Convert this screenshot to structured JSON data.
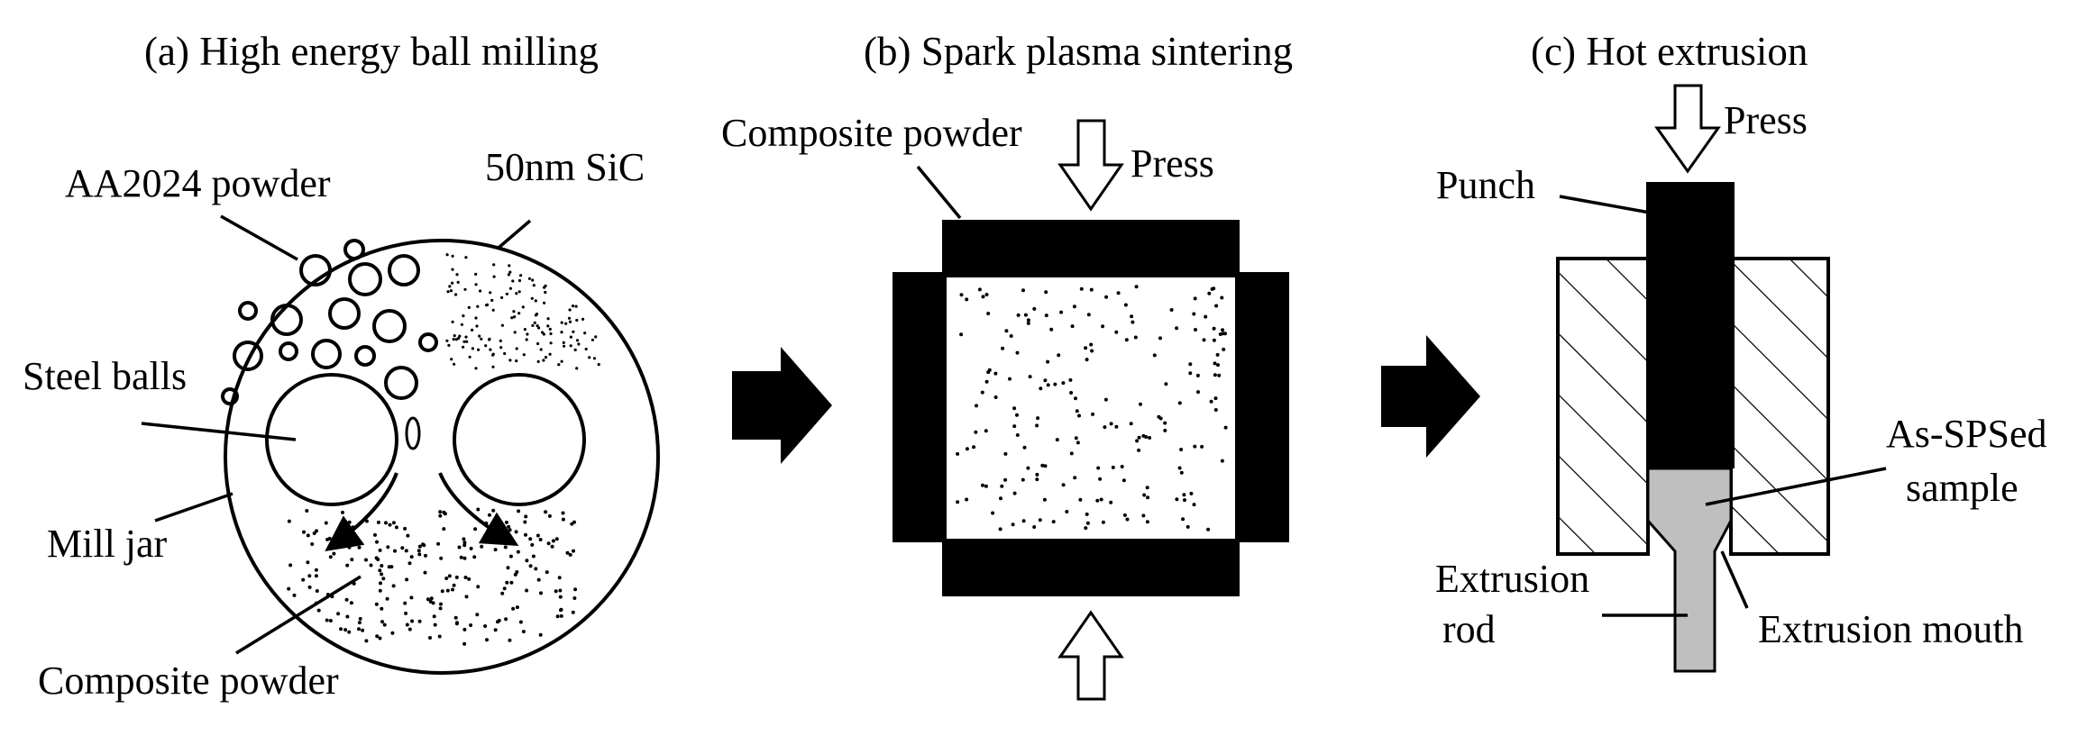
{
  "panels": {
    "a": {
      "title": "(a) High energy ball milling",
      "labels": {
        "aa2024_powder": "AA2024 powder",
        "sic": "50nm SiC",
        "steel_balls": "Steel balls",
        "mill_jar": "Mill jar",
        "composite_powder": "Composite powder"
      }
    },
    "b": {
      "title": "(b) Spark plasma sintering",
      "labels": {
        "composite_powder": "Composite powder",
        "press": "Press"
      }
    },
    "c": {
      "title": "(c) Hot extrusion",
      "labels": {
        "press": "Press",
        "punch": "Punch",
        "as_spsed_line1": "As-SPSed",
        "as_spsed_line2": "sample",
        "extrusion_rod_line1": "Extrusion",
        "extrusion_rod_line2": "rod",
        "extrusion_mouth": "Extrusion mouth"
      }
    }
  },
  "colors": {
    "ink": "#000000",
    "background": "#ffffff",
    "sample_fill": "#bfbfbf"
  }
}
